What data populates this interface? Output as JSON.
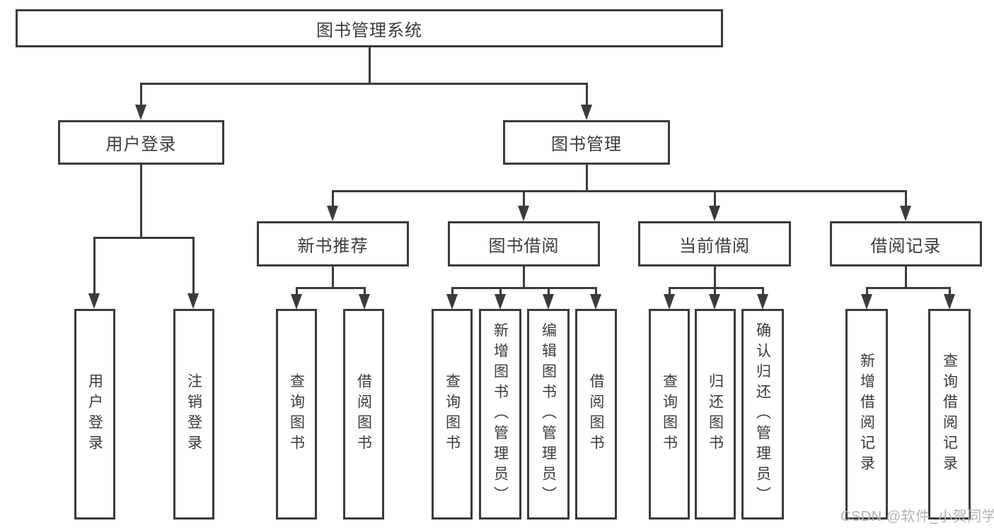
{
  "diagram": {
    "title": "图书管理系统",
    "level1": [
      {
        "label": "用户登录",
        "children": [
          {
            "label": "用户登录"
          },
          {
            "label": "注销登录"
          }
        ]
      },
      {
        "label": "图书管理",
        "children": [
          {
            "label": "新书推荐",
            "children": [
              {
                "label": "查询图书"
              },
              {
                "label": "借阅图书"
              }
            ]
          },
          {
            "label": "图书借阅",
            "children": [
              {
                "label": "查询图书"
              },
              {
                "label": "新增图书（管理员）"
              },
              {
                "label": "编辑图书（管理员）"
              },
              {
                "label": "借阅图书"
              }
            ]
          },
          {
            "label": "当前借阅",
            "children": [
              {
                "label": "查询图书"
              },
              {
                "label": "归还图书"
              },
              {
                "label": "确认归还（管理员）"
              }
            ]
          },
          {
            "label": "借阅记录",
            "children": [
              {
                "label": "新增借阅记录"
              },
              {
                "label": "查询借阅记录"
              }
            ]
          }
        ]
      }
    ]
  },
  "watermark": {
    "text": "CSDN @软件_小贺同学"
  },
  "colors": {
    "ink": "#3b3b3b",
    "watermark_gray": "#b3b3b3",
    "background": "#ffffff"
  }
}
